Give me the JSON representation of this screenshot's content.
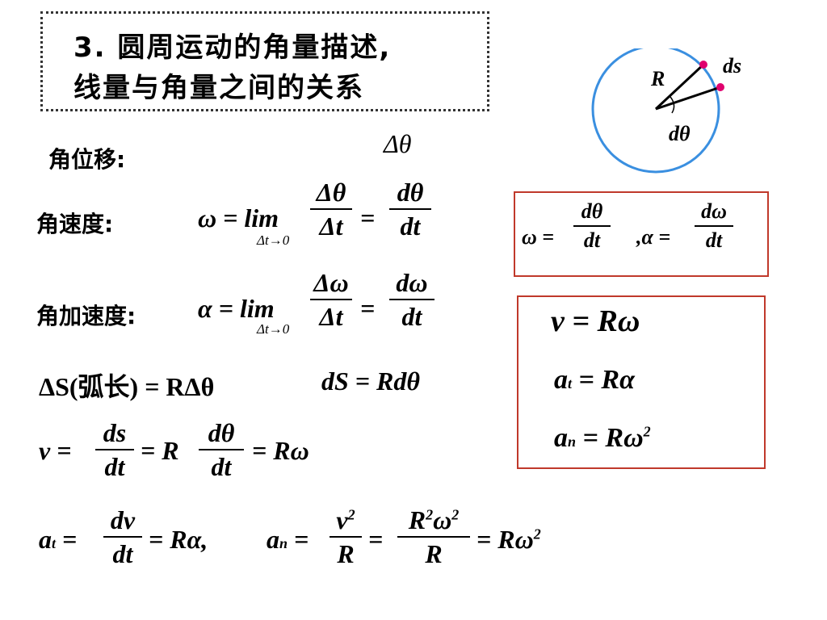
{
  "title": {
    "line1": "3. 圆周运动的角量描述,",
    "line2": "线量与角量之间的关系"
  },
  "diagram": {
    "label_R": "R",
    "label_ds": "ds",
    "label_dtheta": "dθ",
    "circle_color": "#3a8fe0",
    "point_color": "#e0006e"
  },
  "rows": {
    "angular_displacement": {
      "label": "角位移:",
      "symbol": "Δθ"
    },
    "angular_velocity": {
      "label": "角速度:"
    },
    "angular_acceleration": {
      "label": "角加速度:"
    },
    "arc": {
      "lhs": "ΔS(弧长)",
      "eq": "= RΔθ",
      "ds": "dS = Rdθ"
    }
  },
  "lim_sub": "Δt→0",
  "box1": {
    "omega_eq": "ω =",
    "dtheta": "dθ",
    "dt": "dt",
    "comma_alpha": ",α =",
    "domega": "dω"
  },
  "box2": {
    "v": "v = Rω",
    "at": "= Rα",
    "an": "= Rω"
  },
  "accent_color": "#c0392b"
}
